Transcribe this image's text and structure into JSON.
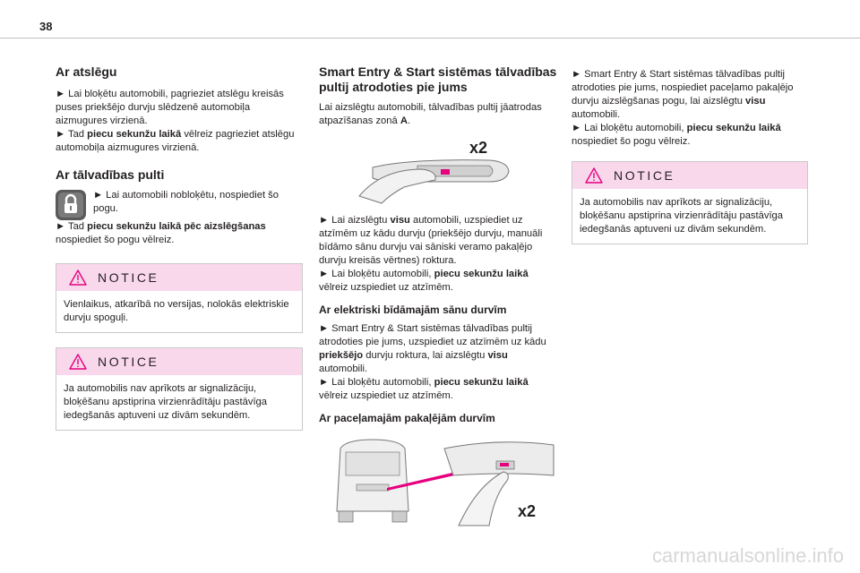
{
  "page": {
    "number": "38",
    "watermark": "carmanualsonline.info"
  },
  "col1": {
    "heading1": "Ar atslēgu",
    "para1": "► Lai bloķētu automobili, pagrieziet atslēgu kreisās puses priekšējo durvju slēdzenē automobiļa aizmugures virzienā.",
    "para2_prefix": "► Tad ",
    "para2_bold": "piecu sekunžu laikā",
    "para2_suffix": " vēlreiz pagrieziet atslēgu automobiļa aizmugures virzienā.",
    "heading2": "Ar tālvadības pulti",
    "para3": "► Lai automobili nobloķētu, nospiediet šo pogu.",
    "para4_prefix": "► Tad ",
    "para4_bold": "piecu sekunžu laikā pēc aizslēgšanas",
    "para4_suffix": " nospiediet šo pogu vēlreiz.",
    "notice1": {
      "title": "NOTICE",
      "text": "Vienlaikus, atkarībā no versijas, nolokās elektriskie durvju spoguļi."
    },
    "notice2": {
      "title": "NOTICE",
      "text": "Ja automobilis nav aprīkots ar signalizāciju, bloķēšanu apstiprina virzienrādītāju pastāvīga iedegšanās aptuveni uz divām sekundēm."
    }
  },
  "col2": {
    "heading1": "Smart Entry & Start sistēmas tālvadības pultij atrodoties pie jums",
    "intro_prefix": "Lai aizslēgtu automobili, tālvadības pultij jāatrodas atpazīšanas zonā ",
    "intro_bold": "A",
    "intro_suffix": ".",
    "image1_label": "x2",
    "para1_prefix": "► Lai aizslēgtu ",
    "para1_bold": "visu",
    "para1_suffix": " automobili, uzspiediet uz atzīmēm uz kādu durvju (priekšējo durvju, manuāli bīdāmo sānu durvju vai sāniski veramo pakaļējo durvju kreisās vērtnes) roktura.",
    "para2_prefix": "► Lai bloķētu automobili, ",
    "para2_bold": "piecu sekunžu laikā",
    "para2_suffix": " vēlreiz uzspiediet uz atzīmēm.",
    "heading2": "Ar elektriski bīdāmajām sānu durvīm",
    "para3_prefix": "► Smart Entry & Start sistēmas tālvadības pultij atrodoties pie jums, uzspiediet uz atzīmēm uz kādu ",
    "para3_bold1": "priekšējo",
    "para3_mid": " durvju roktura, lai aizslēgtu ",
    "para3_bold2": "visu",
    "para3_suffix": " automobili.",
    "para4_prefix": "► Lai bloķētu automobili, ",
    "para4_bold": "piecu sekunžu laikā",
    "para4_suffix": " vēlreiz uzspiediet uz atzīmēm.",
    "heading3": "Ar paceļamajām pakaļējām durvīm",
    "image2_label": "x2"
  },
  "col3": {
    "para1": "► Smart Entry & Start sistēmas tālvadības pultij atrodoties pie jums, nospiediet paceļamo pakaļējo durvju aizslēgšanas pogu, lai aizslēgtu ",
    "para1_bold": "visu",
    "para1_suffix": " automobili.",
    "para2_prefix": "► Lai bloķētu automobili, ",
    "para2_bold": "piecu sekunžu laikā",
    "para2_suffix": " nospiediet šo pogu vēlreiz.",
    "notice": {
      "title": "NOTICE",
      "text": "Ja automobilis nav aprīkots ar signalizāciju, bloķēšanu apstiprina virzienrādītāju pastāvīga iedegšanās aptuveni uz divām sekundēm."
    }
  },
  "colors": {
    "notice_header": "#f9d8ec",
    "accent_magenta": "#e6007e"
  }
}
